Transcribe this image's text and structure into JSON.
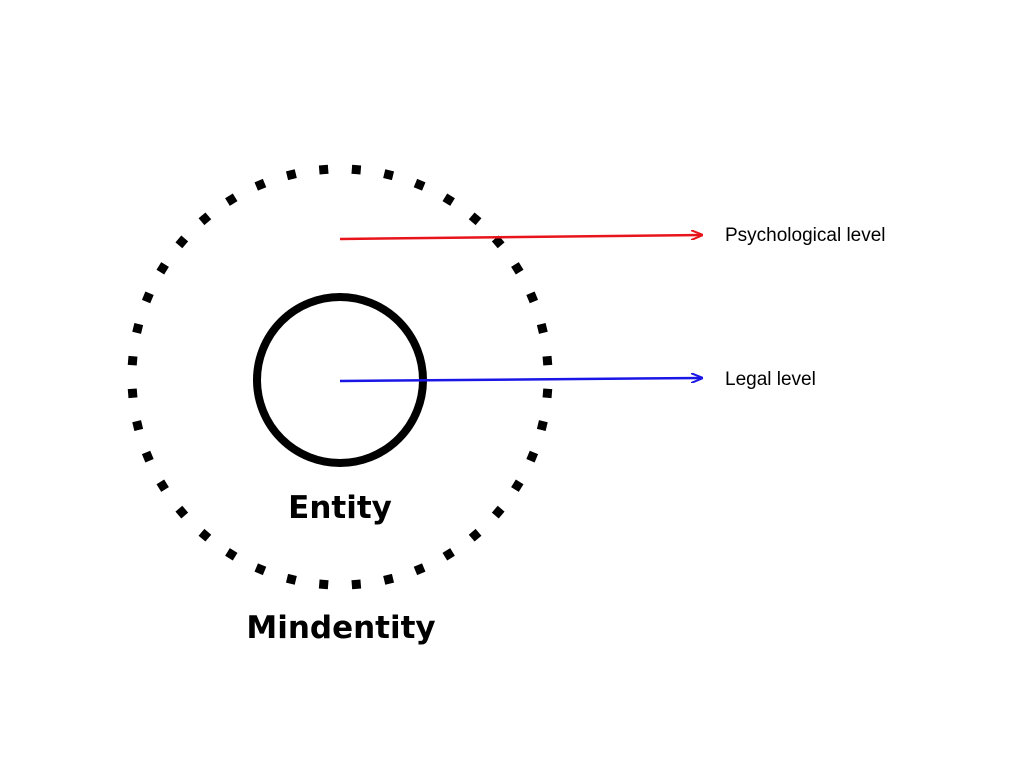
{
  "diagram": {
    "inner_label": "Entity",
    "outer_label": "Mindentity",
    "arrows": [
      {
        "id": "psychological",
        "label": "Psychological level",
        "color": "#e8141b"
      },
      {
        "id": "legal",
        "label": "Legal level",
        "color": "#1a16e6"
      }
    ],
    "colors": {
      "circle": "#000000",
      "background": "#ffffff"
    }
  }
}
